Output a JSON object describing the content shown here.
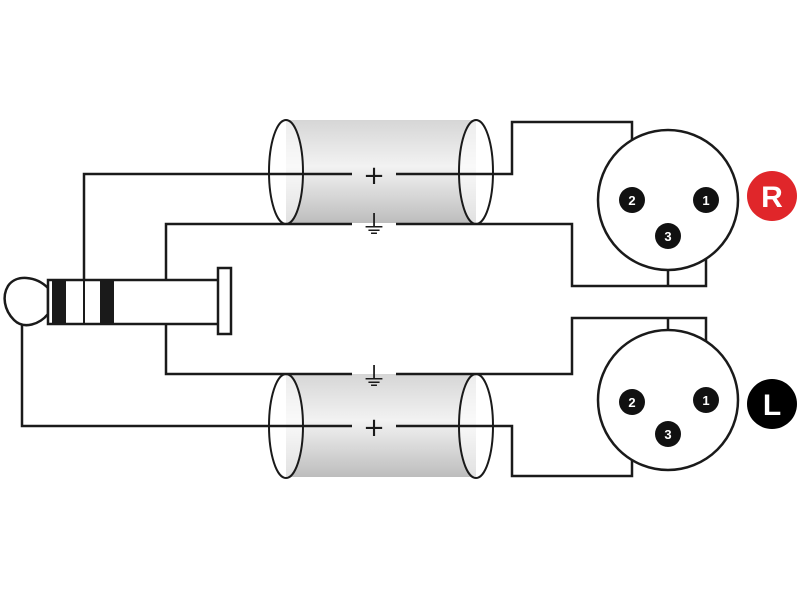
{
  "diagram": {
    "plus_symbol": "+",
    "ground_symbol": "⏚",
    "right_connector": {
      "badge": "R",
      "badge_color": "#e0262a",
      "pins": [
        "2",
        "1",
        "3"
      ]
    },
    "left_connector": {
      "badge": "L",
      "badge_color": "#000000",
      "pins": [
        "2",
        "1",
        "3"
      ]
    }
  }
}
